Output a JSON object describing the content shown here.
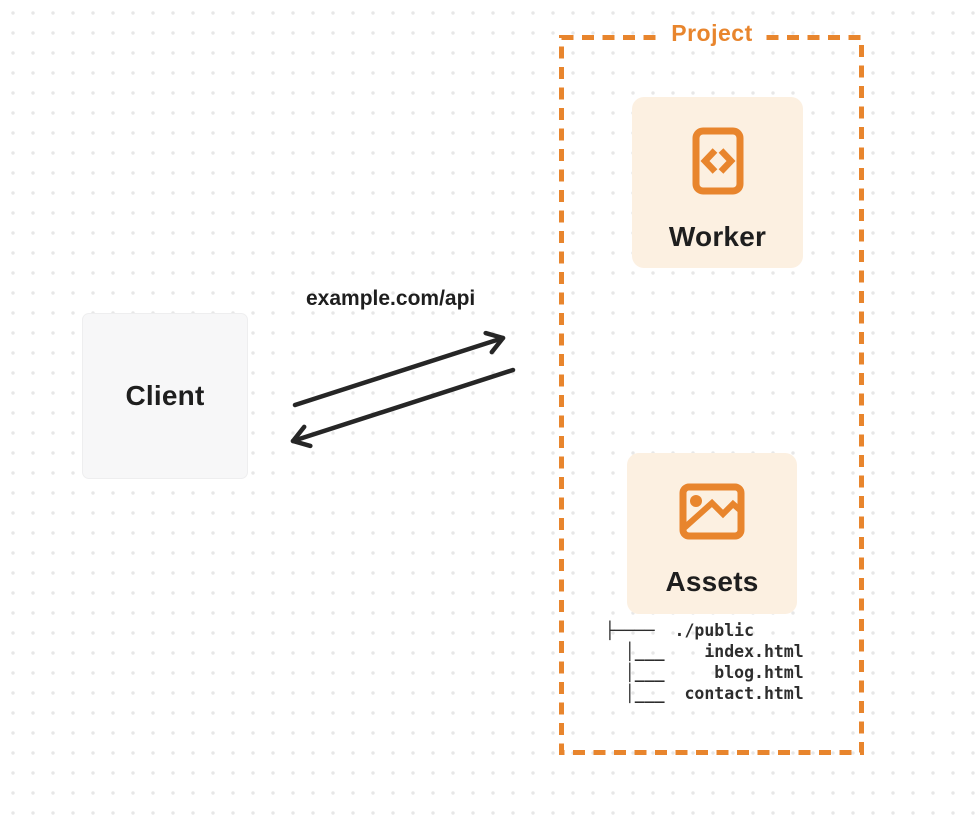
{
  "diagram": {
    "client": {
      "label": "Client"
    },
    "request": {
      "label": "example.com/api"
    },
    "project": {
      "label": "Project",
      "worker": {
        "label": "Worker",
        "icon": "code-file-icon"
      },
      "assets": {
        "label": "Assets",
        "icon": "image-icon"
      },
      "file_tree": {
        "lines": [
          "├────  ./public",
          "  │___    index.html",
          "  │___     blog.html",
          "  │___  contact.html"
        ]
      }
    },
    "colors": {
      "accent_orange": "#E8852D",
      "card_fill": "#FCF0E1",
      "client_fill": "#F7F7F8",
      "arrow_ink": "#262626",
      "dot_grid": "#E7E7E7"
    }
  }
}
